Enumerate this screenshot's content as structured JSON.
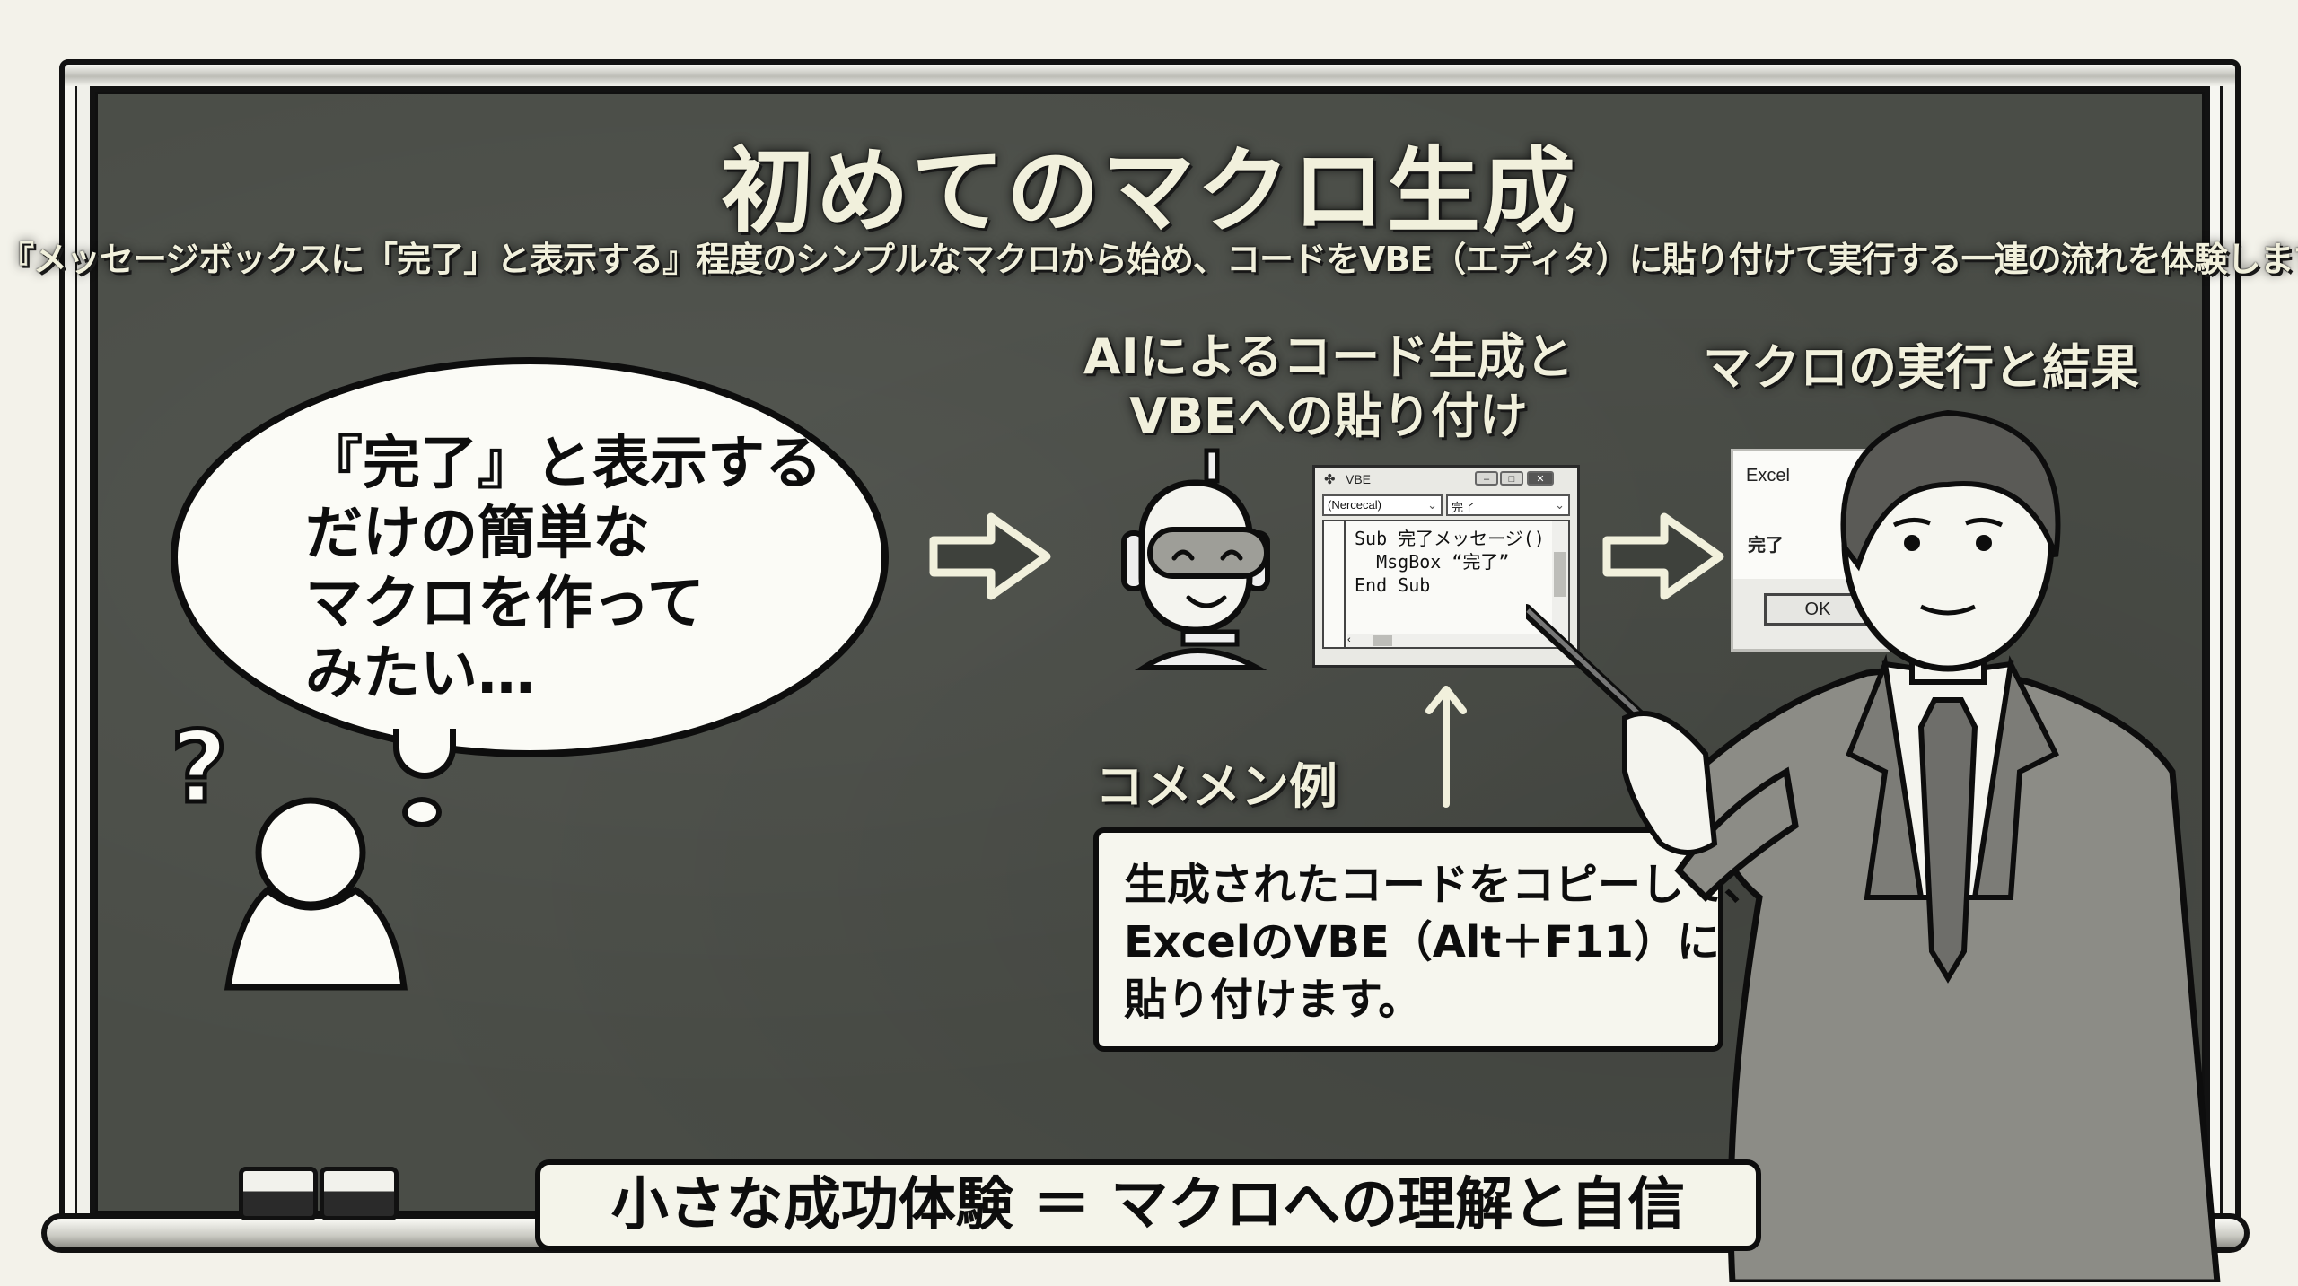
{
  "slide": {
    "title": "初めてのマクロ生成",
    "subtitle": "『メッセージボックスに「完了」と表示する』程度のシンプルなマクロから始め、コードをVBE（エディタ）に貼り付けて実行する一連の流れを体験します。"
  },
  "bubble": {
    "lines": [
      "『完了』と表示する",
      "だけの簡単な",
      "マクロを作って",
      "みたい…"
    ]
  },
  "question_mark": "?",
  "ai_section": {
    "heading_lines": [
      "AIによるコード生成と",
      "VBEへの貼り付け"
    ]
  },
  "result_section": {
    "heading": "マクロの実行と結果"
  },
  "vbe_window": {
    "title": "VBE",
    "minimize": "–",
    "maximize": "□",
    "close": "✕",
    "object_dropdown": "(Nercecal)",
    "procedure_dropdown": "完了",
    "code_lines": [
      "Sub 完了メッセージ()",
      "  MsgBox “完了”",
      "End Sub"
    ]
  },
  "msgbox": {
    "title": "Excel",
    "close": "✕",
    "message": "完了",
    "ok_label": "OK"
  },
  "comment": {
    "label": "コメメン例",
    "lines": [
      "生成されたコードをコピーして、",
      "ExcelのVBE（Alt＋F11）に",
      "貼り付けます。"
    ]
  },
  "banner": {
    "text": "小さな成功体験 ＝ マクロへの理解と自信"
  },
  "colors": {
    "board": "#4a4d47",
    "chalk": "#f1f0dc",
    "outline": "#0d0d0d",
    "paper": "#fbfbf6",
    "background": "#f3f2ea"
  }
}
